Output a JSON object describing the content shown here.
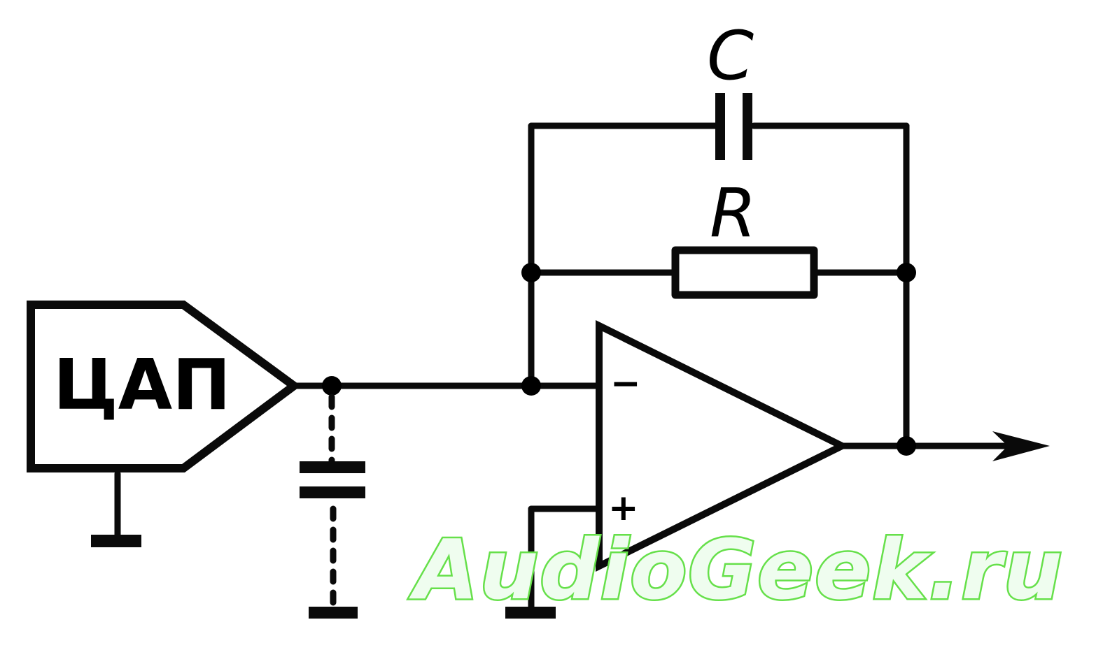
{
  "diagram": {
    "title": "DAC output with op-amp I/V converter (inverting integrator with RC feedback)",
    "blocks": {
      "dac": {
        "label": "ЦАП",
        "meaning": "DAC"
      },
      "opamp": {
        "inverting_input_sign": "−",
        "noninverting_input_sign": "+"
      }
    },
    "components": {
      "feedback_capacitor": {
        "label": "C"
      },
      "feedback_resistor": {
        "label": "R"
      },
      "parasitic_capacitance": {
        "style": "dashed",
        "label": ""
      }
    },
    "connections": [
      "DAC output → node A",
      "node A → parasitic capacitor (dashed) → ground",
      "node A → op-amp inverting input (−)",
      "op-amp inverting input ↔ R ∥ C ↔ op-amp output",
      "op-amp non-inverting input (+) → ground",
      "op-amp output → output arrow",
      "DAC → ground"
    ],
    "colors": {
      "lines": "#0a0a0a",
      "watermark_stroke": "#66e04a",
      "watermark_fill": "#effdef",
      "background": "#ffffff"
    },
    "watermark": "AudioGeek.ru"
  }
}
